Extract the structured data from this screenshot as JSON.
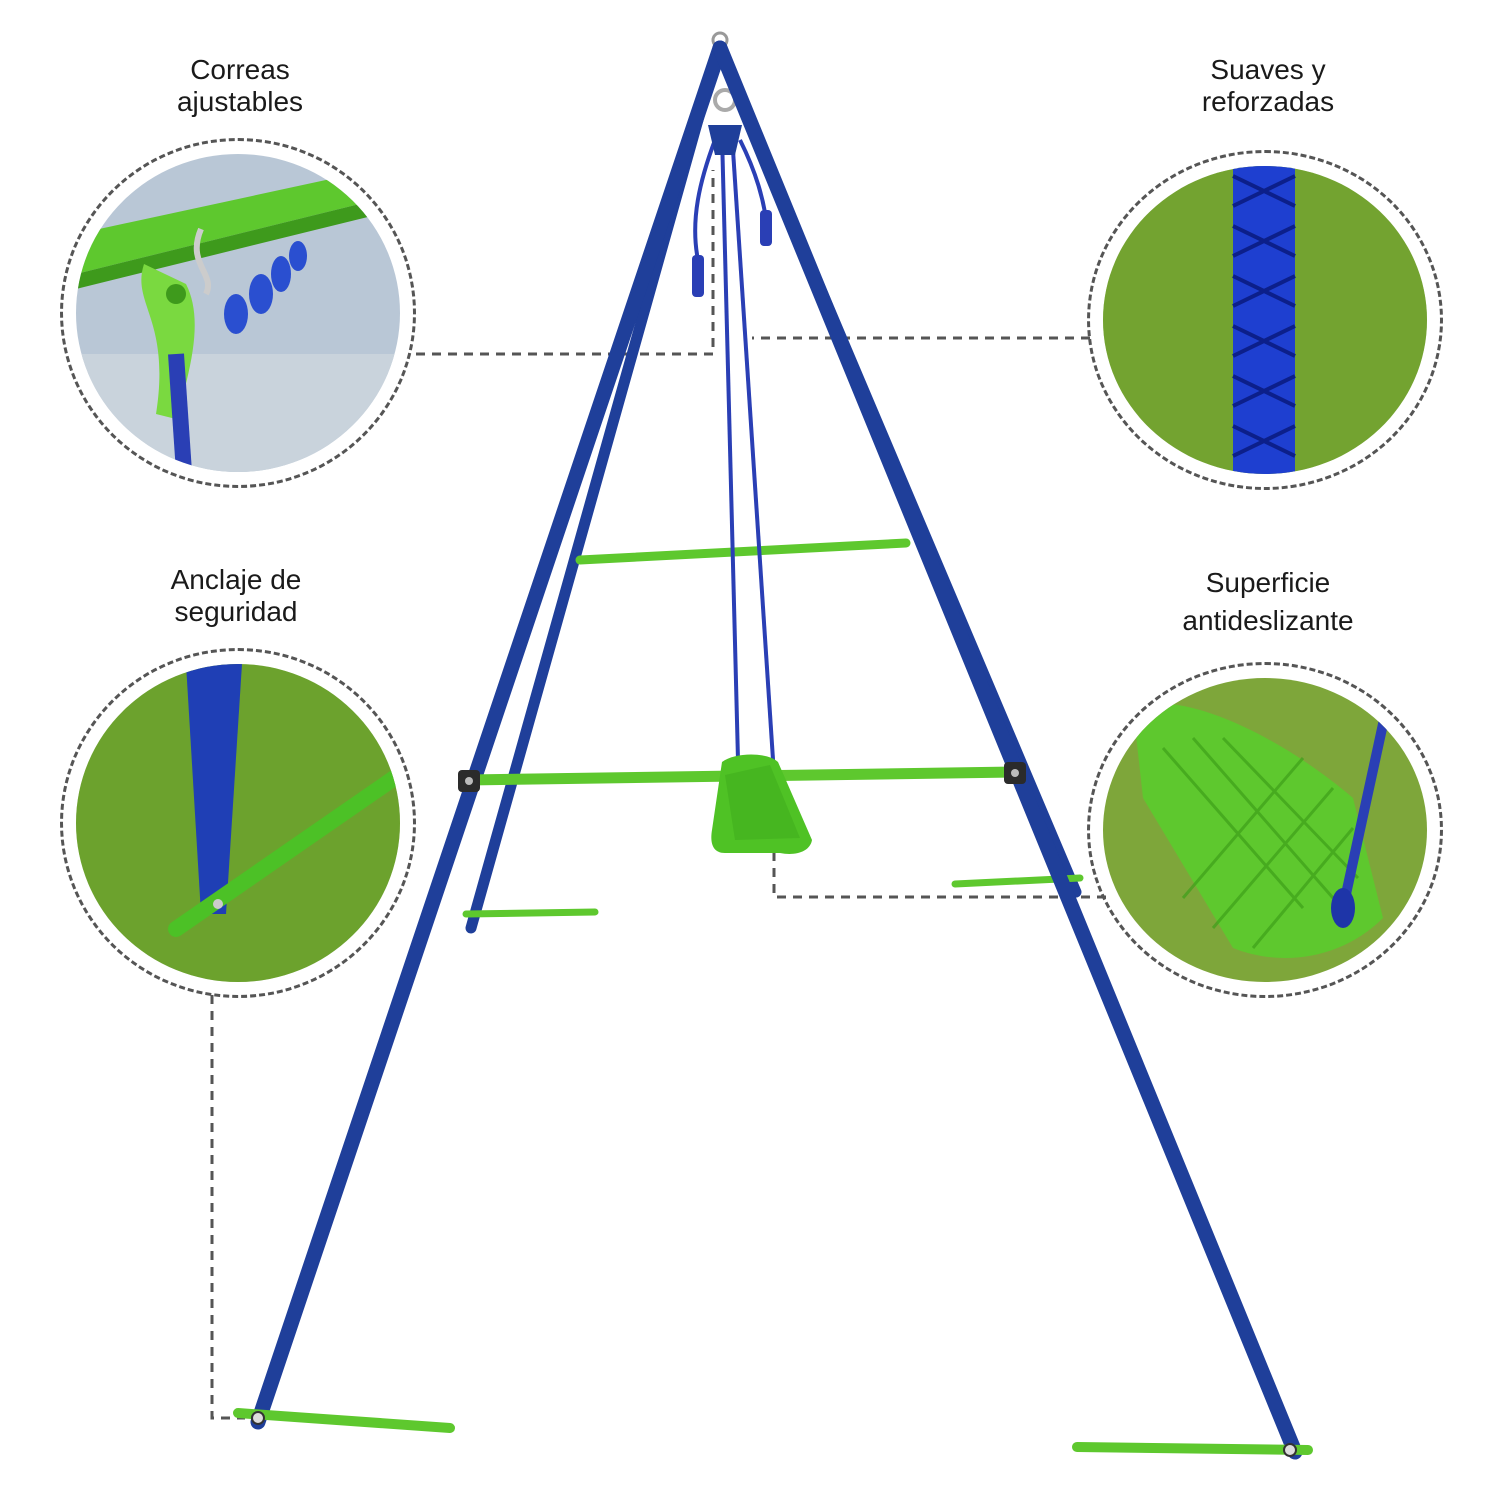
{
  "callouts": [
    {
      "id": "straps",
      "line1": "Correas",
      "line2": "ajustables"
    },
    {
      "id": "rope",
      "line1": "Suaves y",
      "line2": "reforzadas"
    },
    {
      "id": "anchor",
      "line1": "Anclaje de",
      "line2": "seguridad"
    },
    {
      "id": "seat",
      "line1": "Superficie",
      "line2": "antideslizante"
    }
  ],
  "colors": {
    "frame_blue": "#1f3f9a",
    "bar_green": "#5ec82e",
    "dashed_line": "#555555",
    "grass": "#6f9e2c",
    "sky": "#b9c7d6"
  },
  "icons": [
    "swing-frame-icon",
    "swing-seat-icon",
    "rope-icon",
    "bolt-icon"
  ]
}
